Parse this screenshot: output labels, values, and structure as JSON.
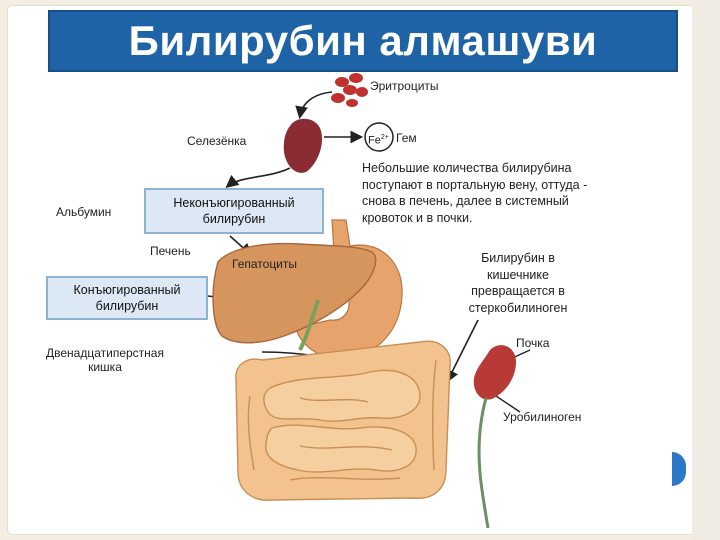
{
  "slide": {
    "title": "Билирубин алмашуви"
  },
  "labels": {
    "erythrocytes": "Эритроциты",
    "spleen": "Селезёнка",
    "fe": "Fe",
    "fe_charge": "2+",
    "heme": "Гем",
    "albumin": "Альбумин",
    "liver": "Печень",
    "hepatocytes": "Гепатоциты",
    "duodenum": "Двенадцатиперстная\nкишка",
    "kidney": "Почка",
    "urobilinogen": "Уробилиноген"
  },
  "boxes": {
    "unconjugated": "Неконъюгированный\nбилирубин",
    "conjugated": "Конъюгированный\nбилирубин"
  },
  "notes": {
    "portal": "Небольшие количества билирубина\nпоступают в портальную вену, оттуда -\nснова в печень, далее в системный\nкровоток и в почки.",
    "intestine": "Билирубин в\nкишечнике\nпревращается в\nстеркобилиноген"
  },
  "colors": {
    "title_bg": "#1e63a6",
    "box_bg": "#dce9f4",
    "liver": "#d7955e",
    "intestine": "#f2c38f",
    "blood_cells": "#c0312f",
    "spleen": "#8b2b33"
  },
  "icons": {
    "arrows": "arrow-icon",
    "side_nav": "next-slide-tab"
  }
}
